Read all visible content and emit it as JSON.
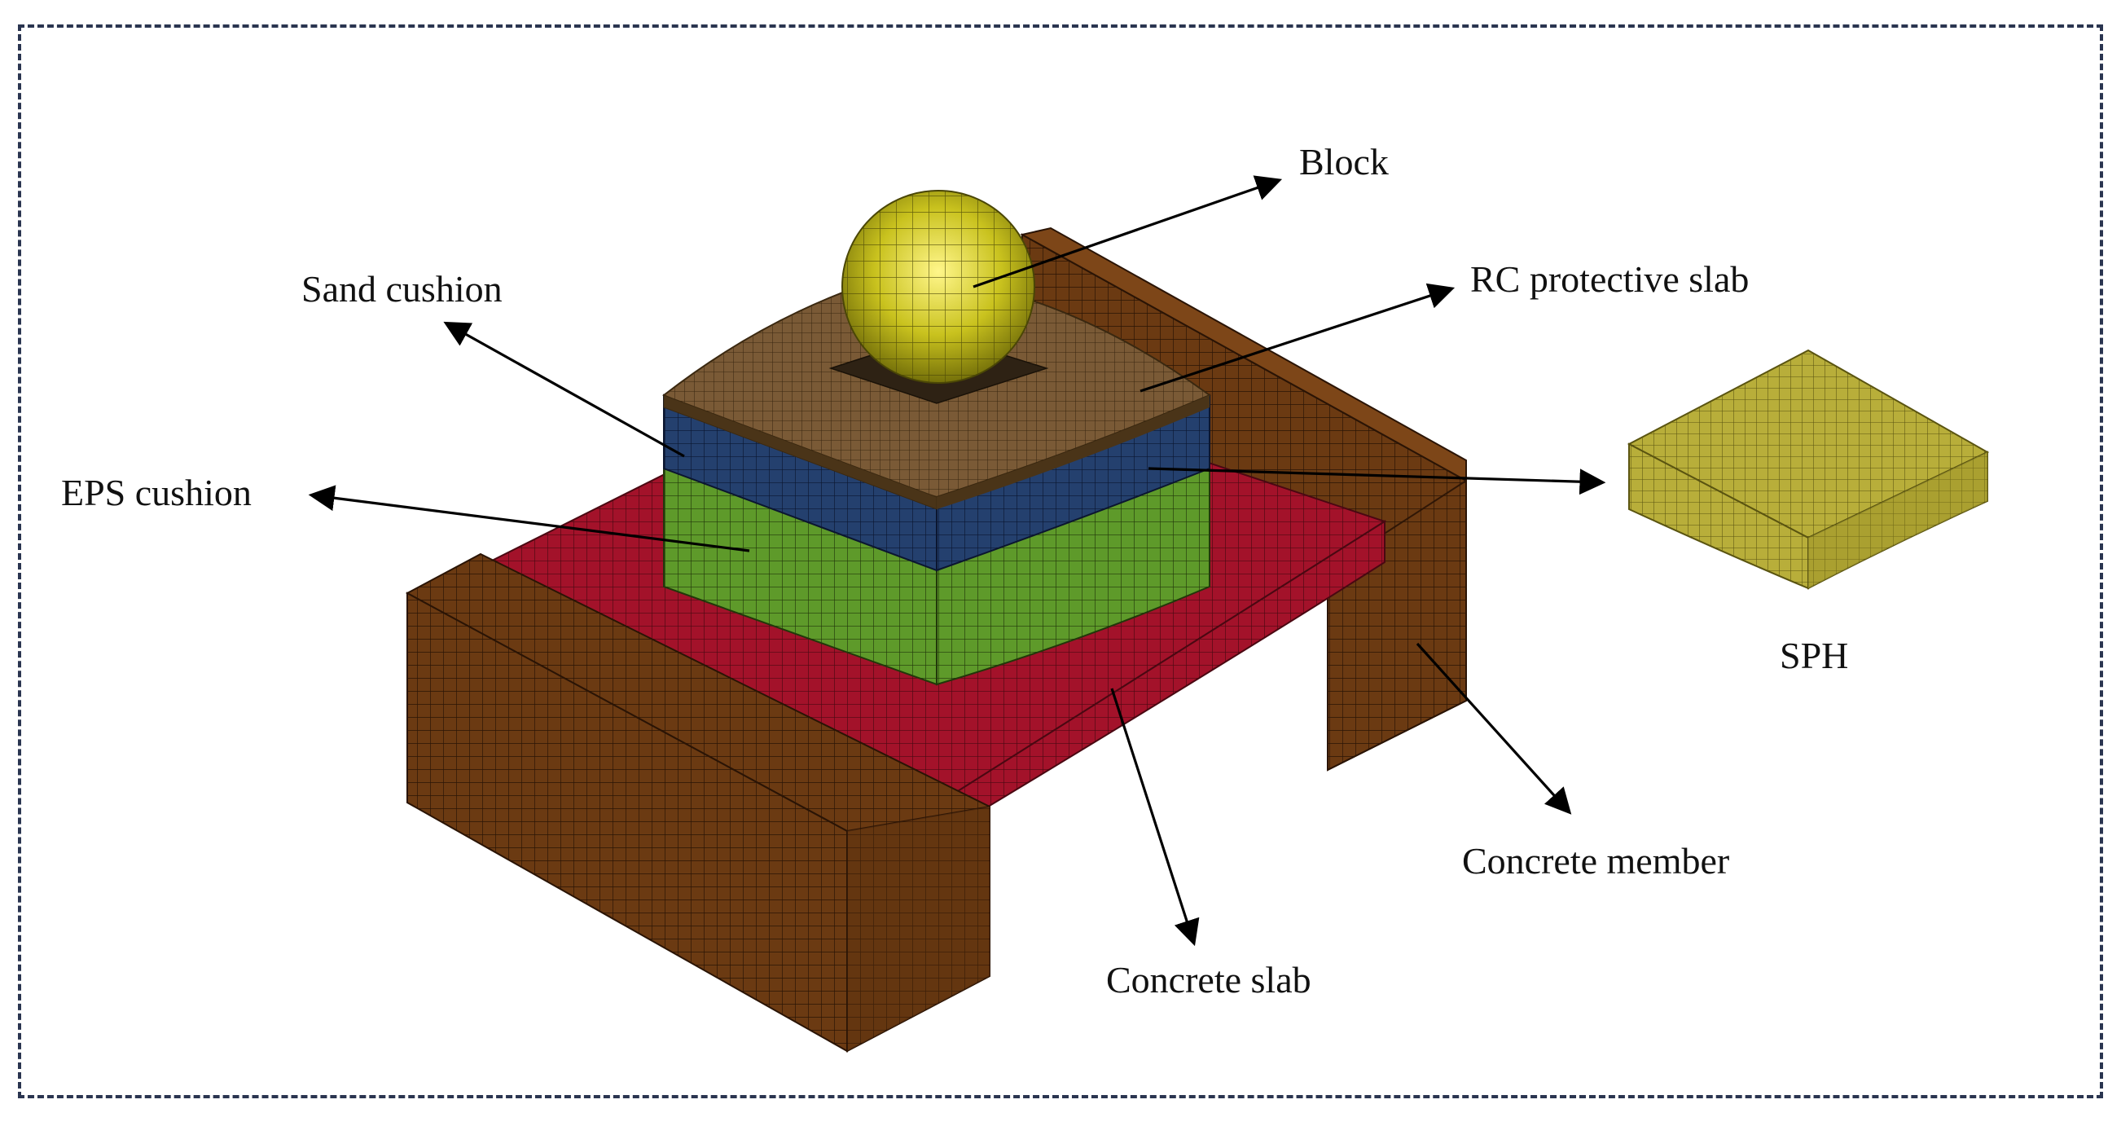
{
  "labels": {
    "block": "Block",
    "rc_protective_slab": "RC protective slab",
    "sand_cushion": "Sand cushion",
    "eps_cushion": "EPS cushion",
    "sph": "SPH",
    "concrete_member": "Concrete member",
    "concrete_slab": "Concrete slab"
  },
  "colors": {
    "concrete_member": "#6b3a12",
    "concrete_slab": "#a3122a",
    "eps_cushion": "#5e9a2a",
    "sand_cushion": "#24406e",
    "rc_protective_slab": "#7a5a36",
    "block": "#c9c21e",
    "sph": "#b8ae3a",
    "frame": "#2a3550"
  }
}
